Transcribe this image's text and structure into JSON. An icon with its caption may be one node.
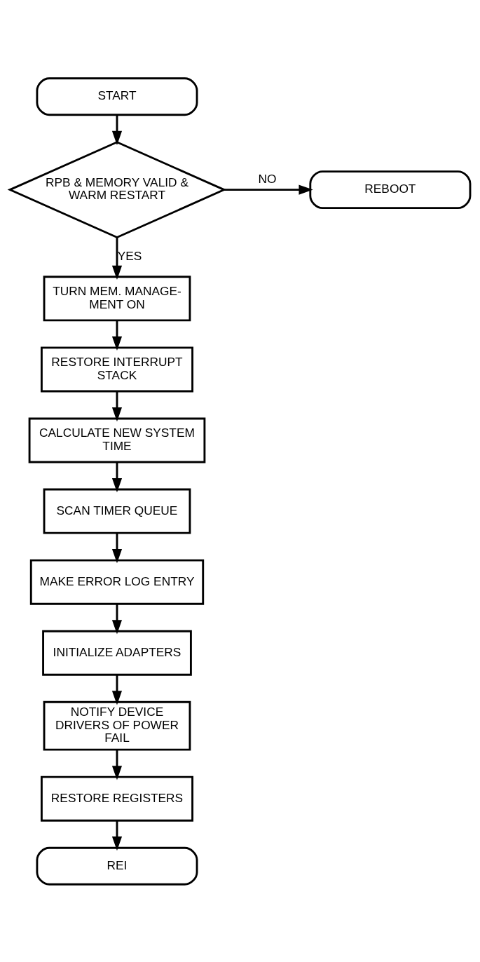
{
  "diagram": {
    "nodes": [
      {
        "text": [
          "START"
        ]
      },
      {
        "text": [
          "RPB & MEMORY VALID & WARM RESTART"
        ]
      },
      {
        "text": [
          "REBOOT"
        ]
      },
      {
        "text": [
          "TURN MEM. MANAGE- MENT ON"
        ]
      },
      {
        "text": [
          "RESTORE INTERRUPT STACK"
        ]
      },
      {
        "text": [
          "CALCULATE NEW SYSTEM TIME"
        ]
      },
      {
        "text": [
          "SCAN TIMER QUEUE"
        ]
      },
      {
        "text": [
          "MAKE ERROR LOG ENTRY"
        ]
      },
      {
        "text": [
          "INITIALIZE ADAPTERS"
        ]
      },
      {
        "text": [
          "NOTIFY DEVICE DRIVERS OF POWER FAIL"
        ]
      },
      {
        "text": [
          "RESTORE REGISTERS"
        ]
      },
      {
        "text": [
          "REI"
        ]
      }
    ],
    "edges": [
      {
        "from": 0,
        "to": 1,
        "arrow": "to"
      },
      {
        "from": 1,
        "to": 2,
        "arrow": "to",
        "label": "NO"
      },
      {
        "from": 1,
        "to": 3,
        "arrow": "to",
        "label": "YES"
      },
      {
        "from": 3,
        "to": 4,
        "arrow": "to"
      },
      {
        "from": 4,
        "to": 5,
        "arrow": "to"
      },
      {
        "from": 5,
        "to": 6,
        "arrow": "to"
      },
      {
        "from": 6,
        "to": 7,
        "arrow": "to"
      },
      {
        "from": 7,
        "to": 8,
        "arrow": "to"
      },
      {
        "from": 8,
        "to": 9,
        "arrow": "to"
      },
      {
        "from": 9,
        "to": 10,
        "arrow": "to"
      },
      {
        "from": 10,
        "to": 11,
        "arrow": "to"
      }
    ]
  }
}
